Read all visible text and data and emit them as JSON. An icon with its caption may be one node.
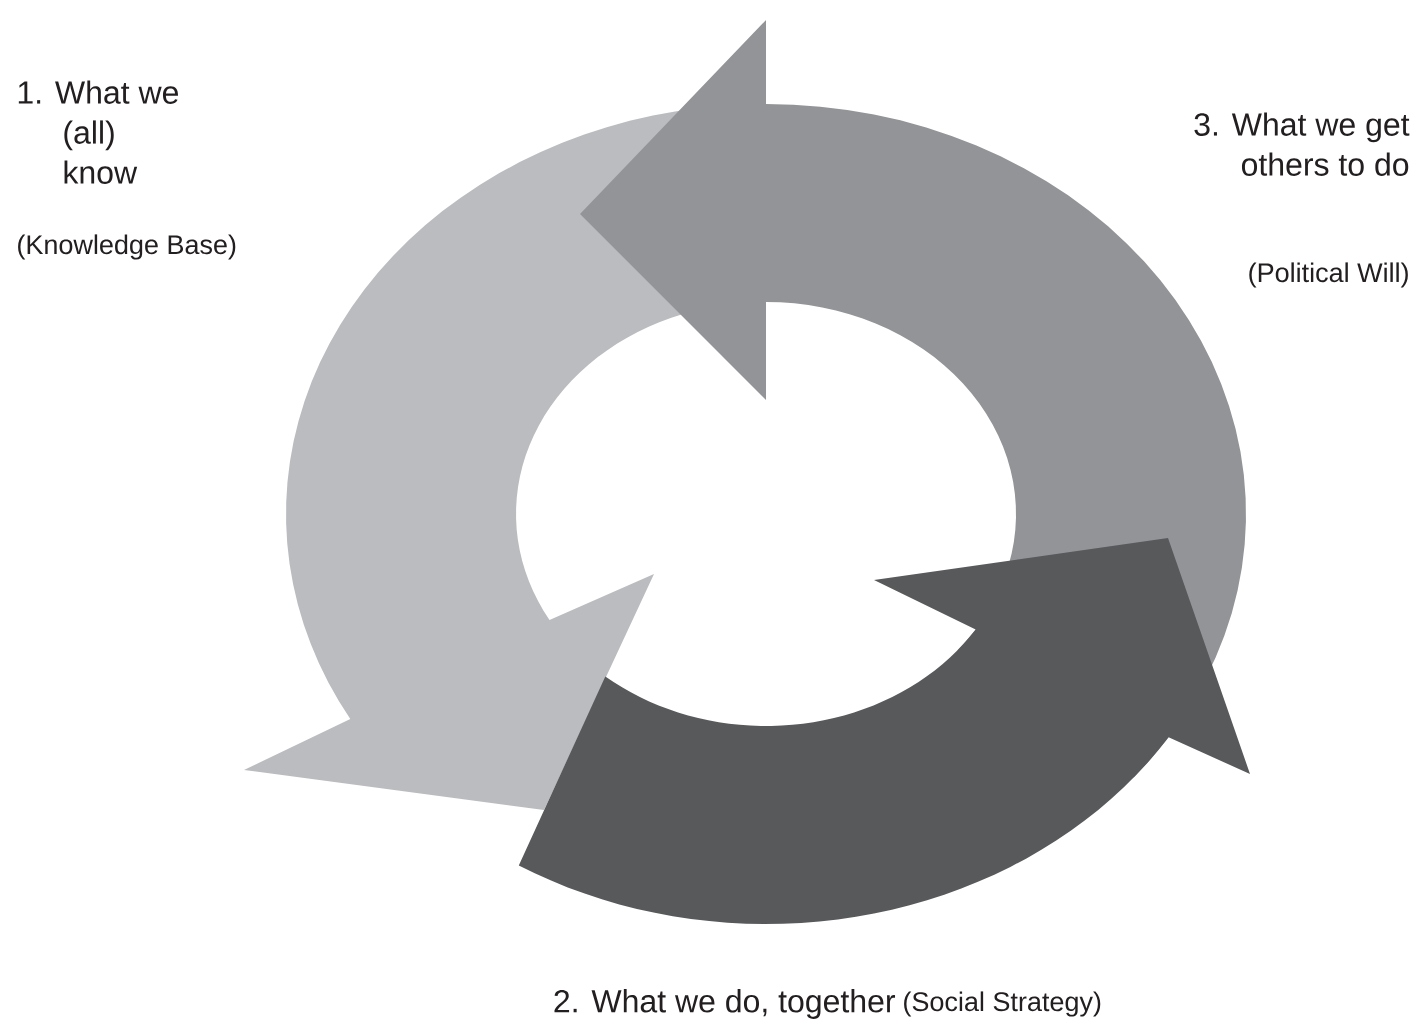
{
  "diagram": {
    "labels": [
      "1. What we (all) know",
      "(Knowledge Base)",
      "3. What we get others to do",
      "(Political Will)",
      "2. What we do, together",
      "(Social Strategy)"
    ]
  }
}
